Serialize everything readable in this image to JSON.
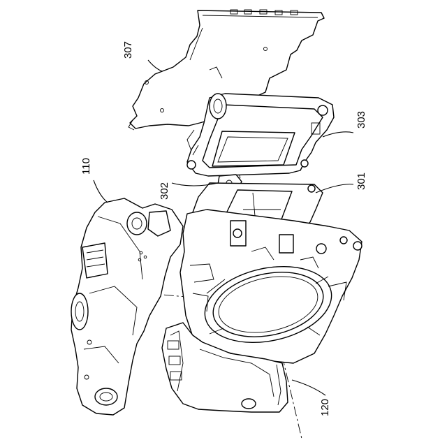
{
  "labels": {
    "ref_307": "307",
    "ref_303": "303",
    "ref_302": "302",
    "ref_301": "301",
    "ref_110": "110",
    "ref_120": "120"
  }
}
